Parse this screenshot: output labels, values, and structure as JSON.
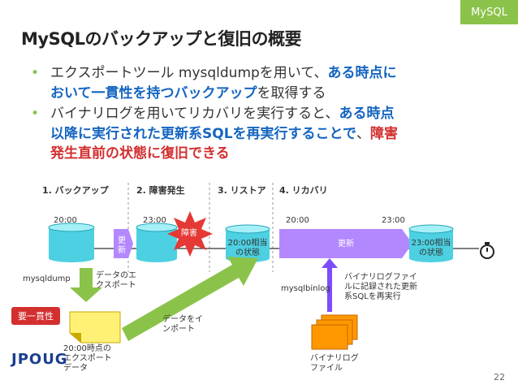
{
  "tag": "MySQL",
  "title": "MySQLのバックアップと復旧の概要",
  "bullets": {
    "b1_pre": "エクスポートツール mysqldumpを用いて、",
    "b1_em1": "ある時点に",
    "b1_em2": "おいて一貫性を持つバックアップ",
    "b1_post": "を取得する",
    "b2_pre": "バイナリログを用いてリカバリを実行すると、",
    "b2_em1": "ある時点",
    "b2_em2": "以降に実行された更新系SQLを再実行することで",
    "b2_mid": "、",
    "b2_em3": "障害",
    "b2_em4": "発生直前の状態に復旧できる"
  },
  "steps": [
    "1. バックアップ",
    "2. 障害発生",
    "3. リストア",
    "4. リカバリ"
  ],
  "diagram": {
    "time_2000_a": "20:00",
    "time_2300_a": "23:00",
    "time_2000_b": "20:00",
    "time_2300_b": "23:00",
    "update_short": "更新",
    "failure": "障害",
    "state_2000": "20:00相当の状態",
    "update": "更新",
    "state_2300": "23:00相当の状態",
    "mysqldump": "mysqldump",
    "export_label": "データのエクスポート",
    "consistency": "要一貫性",
    "import_label": "データをインポート",
    "export_data": "20:00時点のエクスポートデータ",
    "mysqlbinlog": "mysqlbinlog",
    "binlog_note": "バイナリログファイルに記録された更新系SQLを再実行",
    "binlog_file": "バイナリログファイル"
  },
  "logo": "JPOUG",
  "page_number": "22",
  "colors": {
    "accent": "#8bc34a",
    "emphasis": "#d32f2f",
    "cylinder": "#4dd0e1",
    "update": "#b388ff",
    "failure": "#e53935",
    "arrow": "#8bc34a",
    "file": "#ff9800"
  }
}
